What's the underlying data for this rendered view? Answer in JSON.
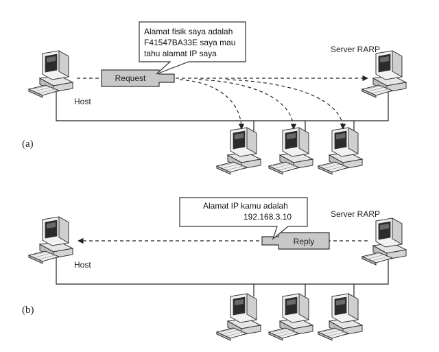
{
  "panel_a": {
    "label": "(a)",
    "host_label": "Host",
    "server_label": "Server RARP",
    "message_label": "Request",
    "callout_lines": [
      "Alamat fisik saya adalah",
      "F41547BA33E saya mau",
      "tahu alamat IP saya"
    ]
  },
  "panel_b": {
    "label": "(b)",
    "host_label": "Host",
    "server_label": "Server RARP",
    "message_label": "Reply",
    "callout_lines": [
      "Alamat IP kamu adalah",
      "192.168.3.10"
    ]
  },
  "colors": {
    "monitor_body": "#f2f2f2",
    "screen": "#2b2b2b",
    "message_box": "#c8c8c8",
    "line": "#222222"
  }
}
